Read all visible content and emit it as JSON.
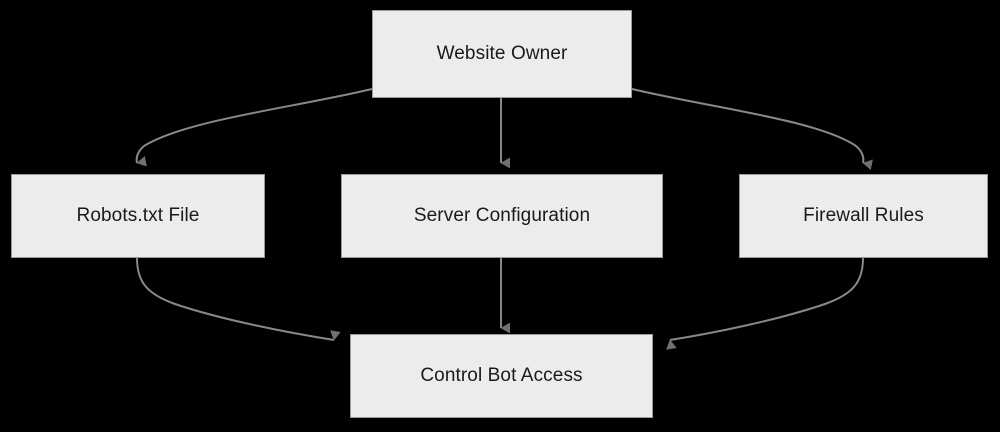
{
  "diagram": {
    "type": "flowchart",
    "title": "Website Owner bot access control flow",
    "background_color": "#000000",
    "node_fill_color": "#ececec",
    "node_border_color": "#9a9a9a",
    "node_text_color": "#1a1a1a",
    "edge_color": "#888888",
    "arrowhead_color": "#707070",
    "nodes": [
      {
        "id": "website-owner",
        "label": "Website Owner"
      },
      {
        "id": "robots-txt",
        "label": "Robots.txt File"
      },
      {
        "id": "server-config",
        "label": "Server Configuration"
      },
      {
        "id": "firewall-rules",
        "label": "Firewall Rules"
      },
      {
        "id": "control-bot",
        "label": "Control Bot Access"
      }
    ],
    "edges": [
      {
        "from": "website-owner",
        "to": "robots-txt",
        "label": ""
      },
      {
        "from": "website-owner",
        "to": "server-config",
        "label": ""
      },
      {
        "from": "website-owner",
        "to": "firewall-rules",
        "label": ""
      },
      {
        "from": "robots-txt",
        "to": "control-bot",
        "label": ""
      },
      {
        "from": "server-config",
        "to": "control-bot",
        "label": ""
      },
      {
        "from": "firewall-rules",
        "to": "control-bot",
        "label": ""
      }
    ]
  }
}
